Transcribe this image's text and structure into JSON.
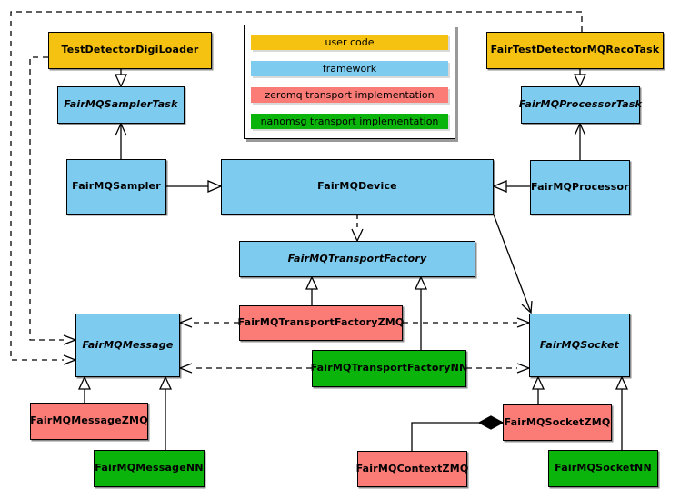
{
  "diagram": {
    "title": "FairMQ class diagram",
    "colors": {
      "user_code": "#F5C211",
      "framework": "#7DCCF0",
      "zeromq": "#FB7B76",
      "nanomsg": "#0AB40A",
      "line": "#000000",
      "legend_shadow": "#999999"
    },
    "legend": {
      "items": [
        {
          "label": "user code",
          "color": "#F5C211"
        },
        {
          "label": "framework",
          "color": "#7DCCF0"
        },
        {
          "label": "zeromq transport implementation",
          "color": "#FB7B76"
        },
        {
          "label": "nanomsg transport implementation",
          "color": "#0AB40A"
        }
      ]
    },
    "nodes": [
      {
        "label": "TestDetectorDigiLoader",
        "category": "user code",
        "abstract": false
      },
      {
        "label": "FairMQSamplerTask",
        "category": "framework",
        "abstract": true
      },
      {
        "label": "FairMQSampler",
        "category": "framework",
        "abstract": false
      },
      {
        "label": "FairMQDevice",
        "category": "framework",
        "abstract": false
      },
      {
        "label": "FairTestDetectorMQRecoTask",
        "category": "user code",
        "abstract": false
      },
      {
        "label": "FairMQProcessorTask",
        "category": "framework",
        "abstract": true
      },
      {
        "label": "FairMQProcessor",
        "category": "framework",
        "abstract": false
      },
      {
        "label": "FairMQTransportFactory",
        "category": "framework",
        "abstract": true
      },
      {
        "label": "FairMQTransportFactoryZMQ",
        "category": "zeromq transport implementation",
        "abstract": false
      },
      {
        "label": "FairMQTransportFactoryNN",
        "category": "nanomsg transport implementation",
        "abstract": false
      },
      {
        "label": "FairMQMessage",
        "category": "framework",
        "abstract": true
      },
      {
        "label": "FairMQSocket",
        "category": "framework",
        "abstract": true
      },
      {
        "label": "FairMQMessageZMQ",
        "category": "zeromq transport implementation",
        "abstract": false
      },
      {
        "label": "FairMQMessageNN",
        "category": "nanomsg transport implementation",
        "abstract": false
      },
      {
        "label": "FairMQContextZMQ",
        "category": "zeromq transport implementation",
        "abstract": false
      },
      {
        "label": "FairMQSocketZMQ",
        "category": "zeromq transport implementation",
        "abstract": false
      },
      {
        "label": "FairMQSocketNN",
        "category": "nanomsg transport implementation",
        "abstract": false
      }
    ],
    "edges": [
      {
        "from": "TestDetectorDigiLoader",
        "to": "FairMQSamplerTask",
        "type": "inheritance"
      },
      {
        "from": "FairTestDetectorMQRecoTask",
        "to": "FairMQProcessorTask",
        "type": "inheritance"
      },
      {
        "from": "FairMQSampler",
        "to": "FairMQDevice",
        "type": "inheritance"
      },
      {
        "from": "FairMQProcessor",
        "to": "FairMQDevice",
        "type": "inheritance"
      },
      {
        "from": "FairMQSampler",
        "to": "FairMQSamplerTask",
        "type": "association"
      },
      {
        "from": "FairMQProcessor",
        "to": "FairMQProcessorTask",
        "type": "association"
      },
      {
        "from": "FairMQDevice",
        "to": "FairMQTransportFactory",
        "type": "dependency"
      },
      {
        "from": "FairMQDevice",
        "to": "FairMQSocket",
        "type": "association"
      },
      {
        "from": "TestDetectorDigiLoader",
        "to": "FairMQMessage",
        "type": "dependency"
      },
      {
        "from": "FairTestDetectorMQRecoTask",
        "to": "FairMQMessage",
        "type": "dependency"
      },
      {
        "from": "FairMQTransportFactoryZMQ",
        "to": "FairMQTransportFactory",
        "type": "inheritance"
      },
      {
        "from": "FairMQTransportFactoryNN",
        "to": "FairMQTransportFactory",
        "type": "inheritance"
      },
      {
        "from": "FairMQTransportFactoryZMQ",
        "to": "FairMQMessage",
        "type": "dependency"
      },
      {
        "from": "FairMQTransportFactoryZMQ",
        "to": "FairMQSocket",
        "type": "dependency"
      },
      {
        "from": "FairMQTransportFactoryNN",
        "to": "FairMQMessage",
        "type": "dependency"
      },
      {
        "from": "FairMQTransportFactoryNN",
        "to": "FairMQSocket",
        "type": "dependency"
      },
      {
        "from": "FairMQMessageZMQ",
        "to": "FairMQMessage",
        "type": "inheritance"
      },
      {
        "from": "FairMQMessageNN",
        "to": "FairMQMessage",
        "type": "inheritance"
      },
      {
        "from": "FairMQSocketZMQ",
        "to": "FairMQSocket",
        "type": "inheritance"
      },
      {
        "from": "FairMQSocketNN",
        "to": "FairMQSocket",
        "type": "inheritance"
      },
      {
        "from": "FairMQSocketZMQ",
        "to": "FairMQContextZMQ",
        "type": "composition"
      }
    ]
  }
}
